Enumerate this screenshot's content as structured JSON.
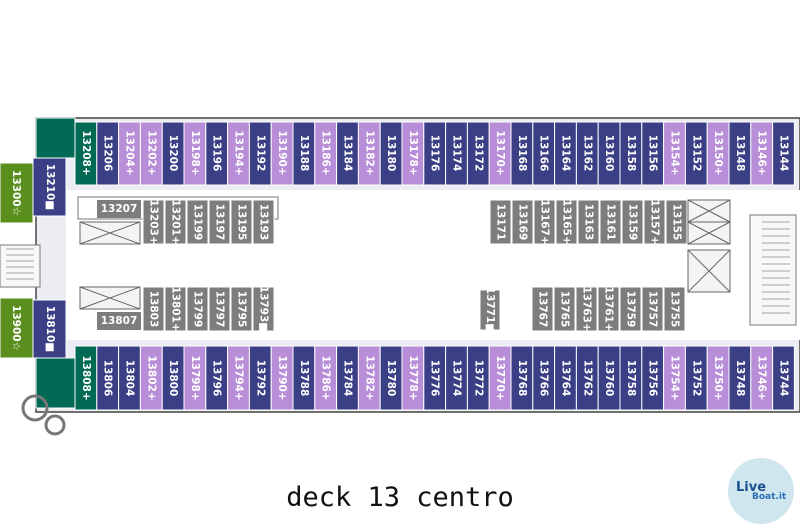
{
  "caption": "deck 13 centro",
  "logo": {
    "line1": "Live",
    "line2": "Boat.it"
  },
  "colors": {
    "navy": "#3a3f86",
    "purple": "#b98ed8",
    "green": "#006a55",
    "olive": "#5a8f1e",
    "grey": "#7d7d7d",
    "hull": "#ecedf2",
    "line": "#555a6b",
    "white": "#ffffff"
  },
  "cabins": {
    "top_outer": [
      {
        "label": "13208+",
        "c": "green"
      },
      {
        "label": "13206",
        "c": "navy"
      },
      {
        "label": "13204+",
        "c": "purple"
      },
      {
        "label": "13202+",
        "c": "purple"
      },
      {
        "label": "13200",
        "c": "navy"
      },
      {
        "label": "13198+",
        "c": "purple"
      },
      {
        "label": "13196",
        "c": "navy"
      },
      {
        "label": "13194+",
        "c": "purple"
      },
      {
        "label": "13192",
        "c": "navy"
      },
      {
        "label": "13190+",
        "c": "purple"
      },
      {
        "label": "13188",
        "c": "navy"
      },
      {
        "label": "13186+",
        "c": "purple"
      },
      {
        "label": "13184",
        "c": "navy"
      },
      {
        "label": "13182+",
        "c": "purple"
      },
      {
        "label": "13180",
        "c": "navy"
      },
      {
        "label": "13178+",
        "c": "purple"
      },
      {
        "label": "13176",
        "c": "navy"
      },
      {
        "label": "13174",
        "c": "navy"
      },
      {
        "label": "13172",
        "c": "navy"
      },
      {
        "label": "13170+",
        "c": "purple"
      },
      {
        "label": "13168",
        "c": "navy"
      },
      {
        "label": "13166",
        "c": "navy"
      },
      {
        "label": "13164",
        "c": "navy"
      },
      {
        "label": "13162",
        "c": "navy"
      },
      {
        "label": "13160",
        "c": "navy"
      },
      {
        "label": "13158",
        "c": "navy"
      },
      {
        "label": "13156",
        "c": "navy"
      },
      {
        "label": "13154+",
        "c": "purple"
      },
      {
        "label": "13152",
        "c": "navy"
      },
      {
        "label": "13150+",
        "c": "purple"
      },
      {
        "label": "13148",
        "c": "navy"
      },
      {
        "label": "13146+",
        "c": "purple"
      },
      {
        "label": "13144",
        "c": "navy"
      }
    ],
    "bottom_outer": [
      {
        "label": "13808+",
        "c": "green"
      },
      {
        "label": "13806",
        "c": "navy"
      },
      {
        "label": "13804",
        "c": "navy"
      },
      {
        "label": "13802+",
        "c": "purple"
      },
      {
        "label": "13800",
        "c": "navy"
      },
      {
        "label": "13798+",
        "c": "purple"
      },
      {
        "label": "13796",
        "c": "navy"
      },
      {
        "label": "13794+",
        "c": "purple"
      },
      {
        "label": "13792",
        "c": "navy"
      },
      {
        "label": "13790+",
        "c": "purple"
      },
      {
        "label": "13788",
        "c": "navy"
      },
      {
        "label": "13786+",
        "c": "purple"
      },
      {
        "label": "13784",
        "c": "navy"
      },
      {
        "label": "13782+",
        "c": "purple"
      },
      {
        "label": "13780",
        "c": "navy"
      },
      {
        "label": "13778+",
        "c": "purple"
      },
      {
        "label": "13776",
        "c": "navy"
      },
      {
        "label": "13774",
        "c": "navy"
      },
      {
        "label": "13772",
        "c": "navy"
      },
      {
        "label": "13770+",
        "c": "purple"
      },
      {
        "label": "13768",
        "c": "navy"
      },
      {
        "label": "13766",
        "c": "navy"
      },
      {
        "label": "13764",
        "c": "navy"
      },
      {
        "label": "13762",
        "c": "navy"
      },
      {
        "label": "13760",
        "c": "navy"
      },
      {
        "label": "13758",
        "c": "navy"
      },
      {
        "label": "13756",
        "c": "navy"
      },
      {
        "label": "13754+",
        "c": "purple"
      },
      {
        "label": "13752",
        "c": "navy"
      },
      {
        "label": "13750+",
        "c": "purple"
      },
      {
        "label": "13748",
        "c": "navy"
      },
      {
        "label": "13746+",
        "c": "purple"
      },
      {
        "label": "13744",
        "c": "navy"
      }
    ],
    "left_side": [
      {
        "label": "13210■",
        "c": "navy",
        "slot": "top"
      },
      {
        "label": "13810■",
        "c": "navy",
        "slot": "bottom"
      }
    ],
    "outside_left": [
      {
        "label": "13300☆",
        "c": "olive",
        "slot": "top"
      },
      {
        "label": "13900☆",
        "c": "olive",
        "slot": "bottom"
      }
    ],
    "inner_top_left": [
      "13203+",
      "13201+",
      "13199",
      "13197",
      "13195",
      "13193"
    ],
    "inner_top_left_wide": "13207",
    "inner_bottom_left": [
      "13803",
      "13801+",
      "13799",
      "13797",
      "13795",
      "13793■"
    ],
    "inner_bottom_left_wide": "13807",
    "inner_top_right": [
      "13171",
      "13169",
      "13167+",
      "13165+",
      "13163",
      "13161",
      "13159",
      "13157+",
      "13155"
    ],
    "inner_bottom_mid": "13771■",
    "inner_bottom_right": [
      "13767",
      "13765",
      "13763+",
      "13761+",
      "13759",
      "13757",
      "13755"
    ]
  }
}
